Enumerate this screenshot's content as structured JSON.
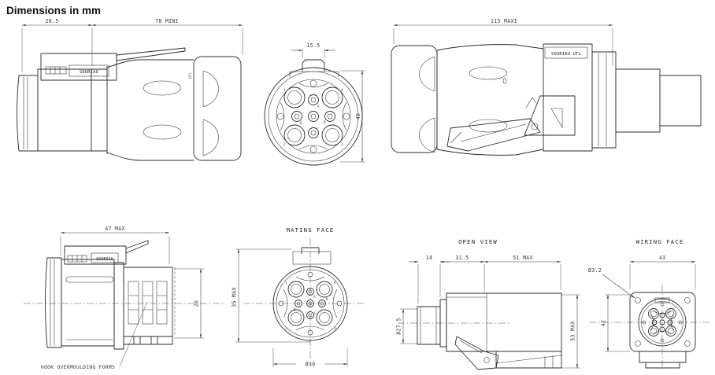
{
  "page": {
    "title": "Dimensions in mm"
  },
  "colors": {
    "line": "#2b2b2b",
    "dim_text": "#3a3a3a",
    "background": "#ffffff"
  },
  "plug_side_view": {
    "dim_rear": "28.5",
    "dim_body": "78 MINI",
    "brand_label": "SOURIAU",
    "marking": "UTL"
  },
  "plug_front_view": {
    "dim_key_width": "15.5",
    "dim_height": "40",
    "contacts": {
      "large": [
        "1",
        "4",
        "2",
        "3"
      ],
      "small": [
        "A",
        "D",
        "B",
        "C"
      ]
    }
  },
  "plug_open_lever_view": {
    "dim_overall": "115 MAXI",
    "brand_label": "SOURIAU UTL"
  },
  "receptacle_side_view": {
    "dim_length": "47 MAX",
    "dim_height": "26",
    "brand_label": "SOURIAU",
    "note": "HOOK OVERMOULDING FORMS"
  },
  "mating_face_view": {
    "title": "MATING FACE",
    "dim_height": "35 MAX",
    "dim_diameter": "Ø30",
    "contacts": {
      "large": [
        "1",
        "4",
        "2",
        "3"
      ],
      "small": [
        "A",
        "D",
        "B",
        "C"
      ]
    }
  },
  "open_view": {
    "title": "OPEN VIEW",
    "dim_front": "14",
    "dim_middle": "31.5",
    "dim_body": "51 MAX",
    "dim_tube_diameter": "Ø27.5",
    "dim_height": "53 MAX"
  },
  "wiring_face_view": {
    "title": "WIRING FACE",
    "dim_width": "43",
    "dim_height": "42",
    "dim_hole_diameter": "Ø3.2"
  }
}
